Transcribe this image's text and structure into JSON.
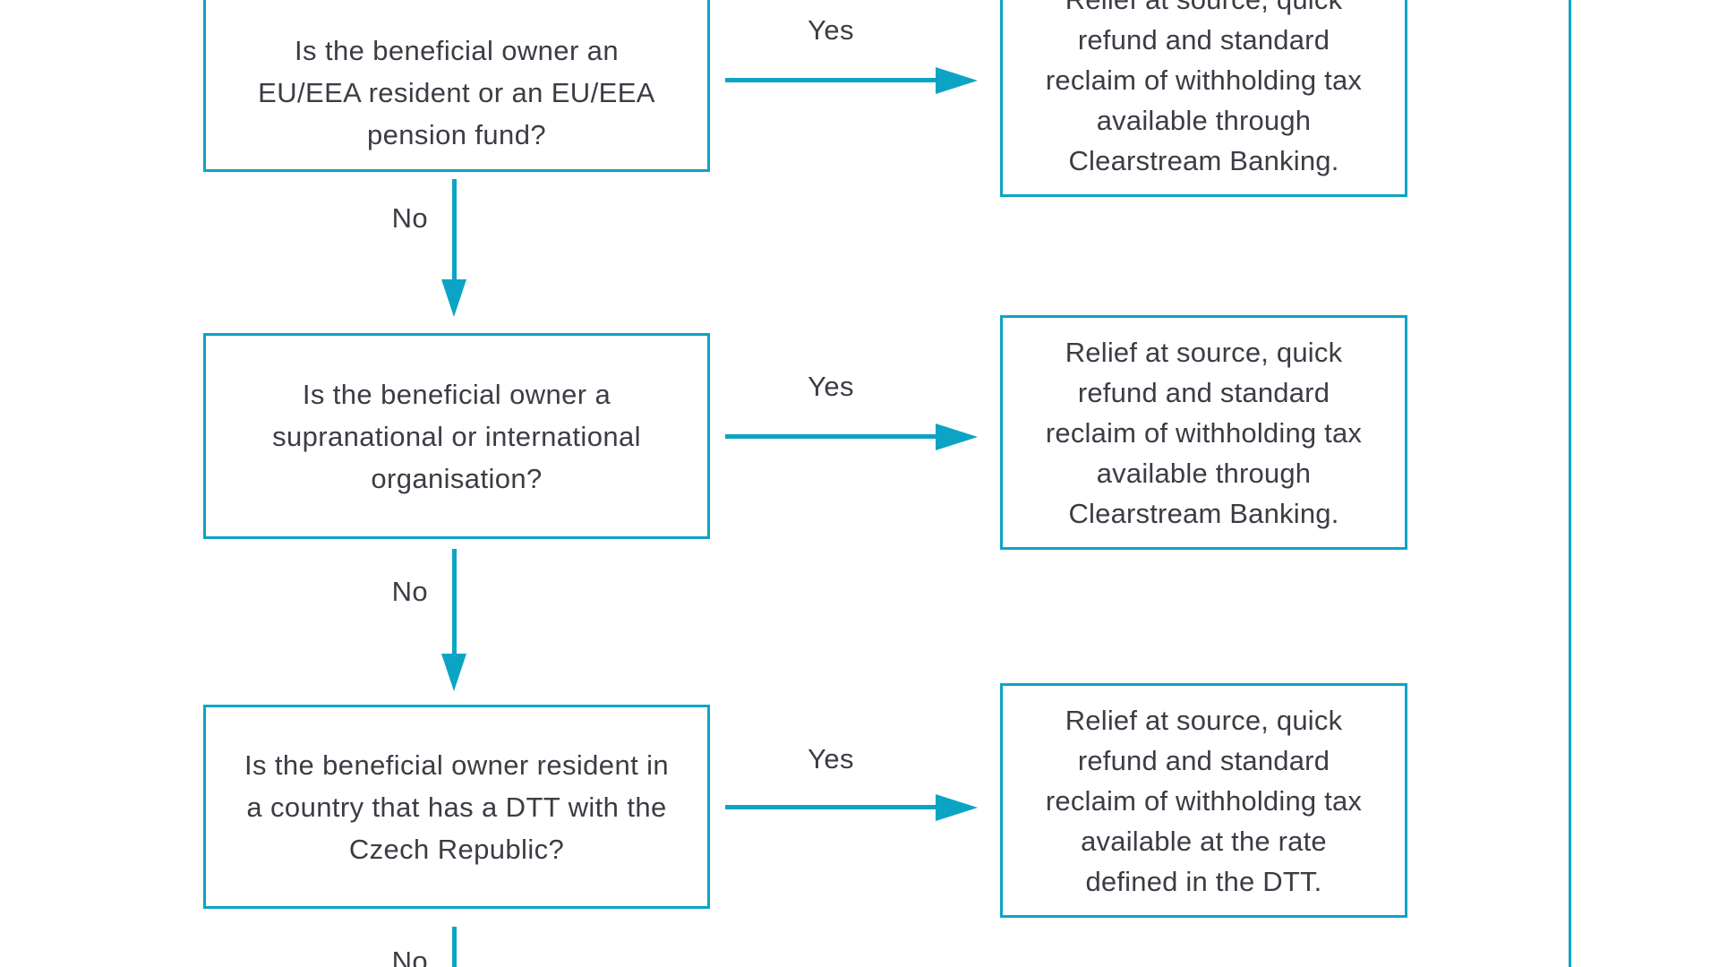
{
  "diagram": {
    "accent_color": "#0CA4C5",
    "text_color": "#3C3C45",
    "rows": [
      {
        "question_lines": [
          "Is the beneficial owner an",
          "EU/EEA resident or an EU/EEA",
          "pension fund?"
        ],
        "yes_label": "Yes",
        "no_label": "No",
        "outcome_lines": [
          "Relief at source, quick",
          "refund and standard",
          "reclaim of withholding tax",
          "available through",
          "Clearstream Banking."
        ]
      },
      {
        "question_lines": [
          "Is the beneficial owner a",
          "supranational or international",
          "organisation?"
        ],
        "yes_label": "Yes",
        "no_label": "No",
        "outcome_lines": [
          "Relief at source, quick",
          "refund and standard",
          "reclaim of withholding tax",
          "available through",
          "Clearstream Banking."
        ]
      },
      {
        "question_lines": [
          "Is the beneficial owner resident in",
          "a country that has a DTT with the",
          "Czech Republic?"
        ],
        "yes_label": "Yes",
        "no_label": "No",
        "outcome_lines": [
          "Relief at source, quick",
          "refund and standard",
          "reclaim of withholding tax",
          "available at the rate",
          "defined in the DTT."
        ]
      }
    ]
  }
}
